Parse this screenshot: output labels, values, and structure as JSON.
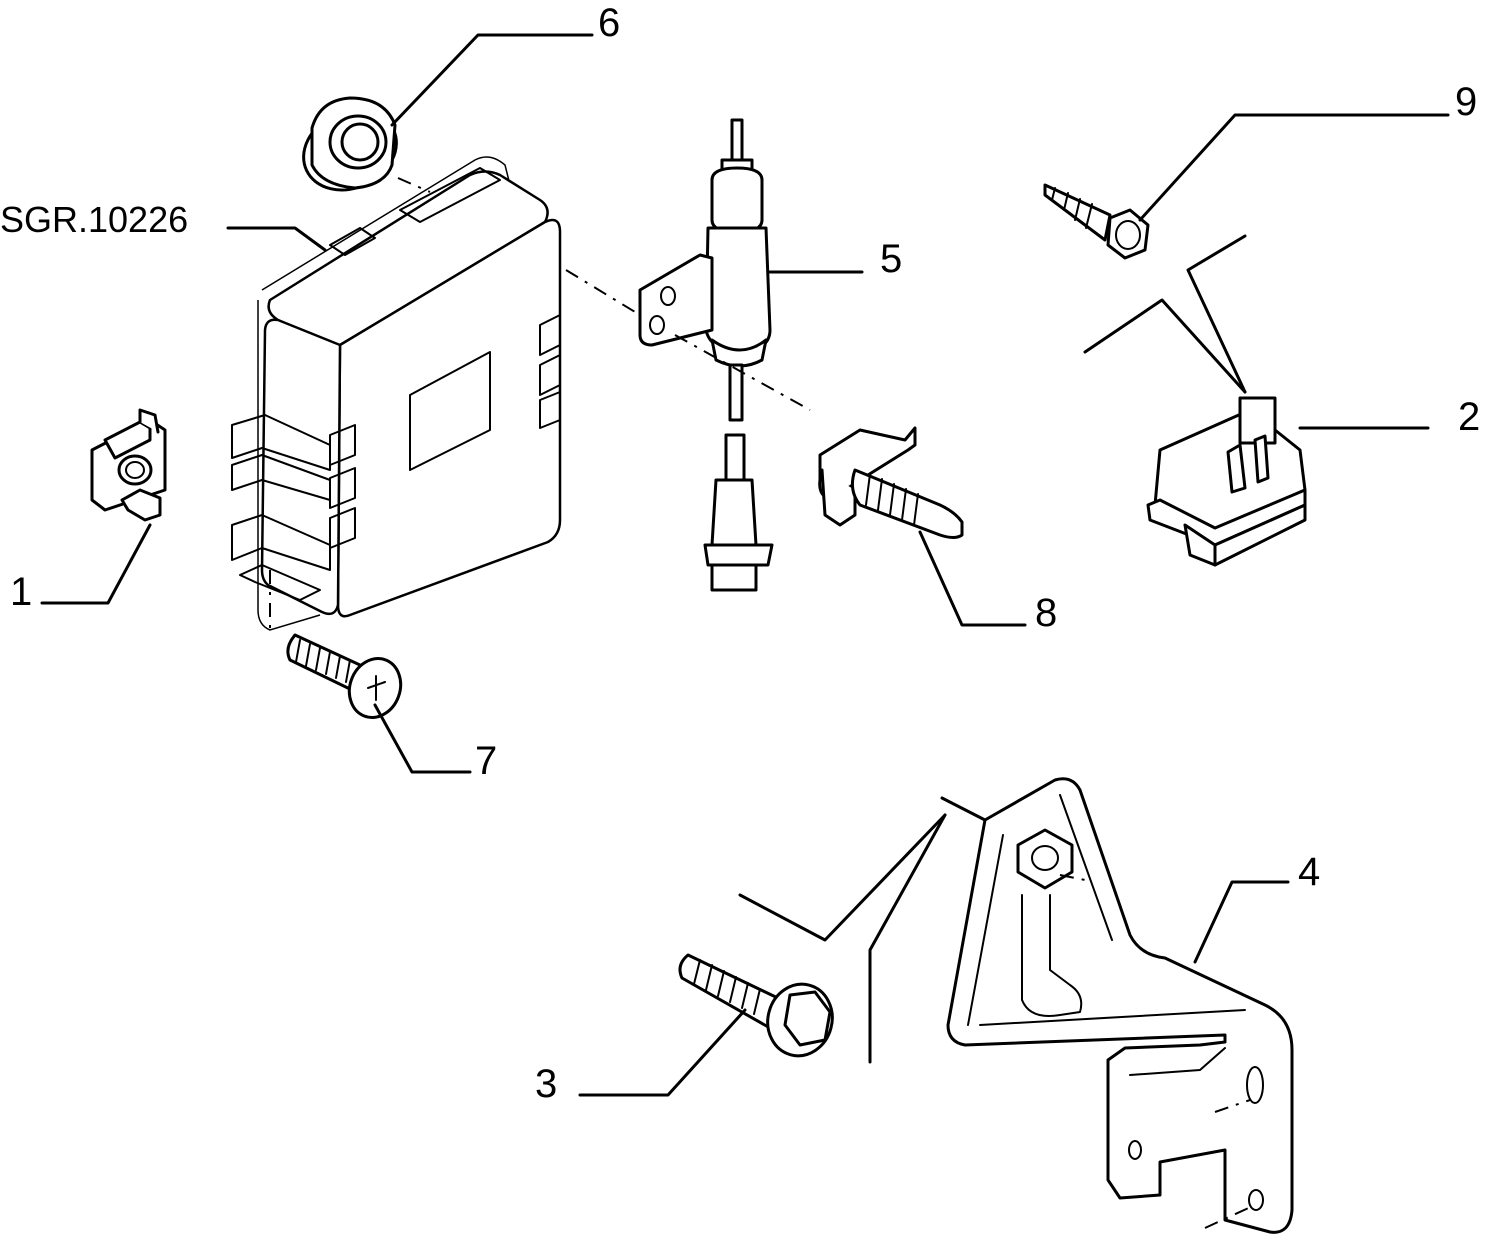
{
  "diagram": {
    "reference_code": "SGR.10226",
    "callouts": [
      {
        "id": "1",
        "label": "1"
      },
      {
        "id": "2",
        "label": "2"
      },
      {
        "id": "3",
        "label": "3"
      },
      {
        "id": "4",
        "label": "4"
      },
      {
        "id": "5",
        "label": "5"
      },
      {
        "id": "6",
        "label": "6"
      },
      {
        "id": "7",
        "label": "7"
      },
      {
        "id": "8",
        "label": "8"
      },
      {
        "id": "9",
        "label": "9"
      }
    ]
  }
}
